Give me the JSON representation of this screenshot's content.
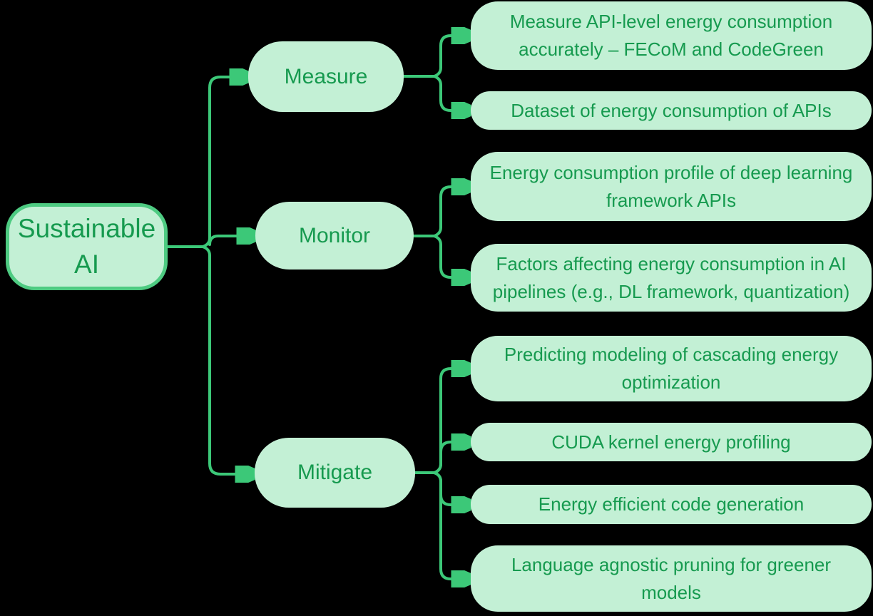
{
  "mindmap": {
    "root": {
      "label": "Sustainable AI"
    },
    "branches": [
      {
        "label": "Measure",
        "children": [
          "Measure API-level energy consumption accurately – FECoM and CodeGreen",
          "Dataset of energy consumption of APIs"
        ]
      },
      {
        "label": "Monitor",
        "children": [
          "Energy consumption profile of deep learning framework APIs",
          "Factors affecting energy consumption in AI pipelines (e.g., DL framework, quantization)"
        ]
      },
      {
        "label": "Mitigate",
        "children": [
          "Predicting modeling of cascading energy optimization",
          "CUDA kernel energy profiling",
          "Energy efficient code generation",
          "Language agnostic pruning for greener models"
        ]
      }
    ],
    "colors": {
      "background": "#000000",
      "node_fill": "#c3f0d5",
      "root_border": "#4ecb82",
      "connector_line": "#3cc878",
      "text": "#169a4f"
    }
  }
}
